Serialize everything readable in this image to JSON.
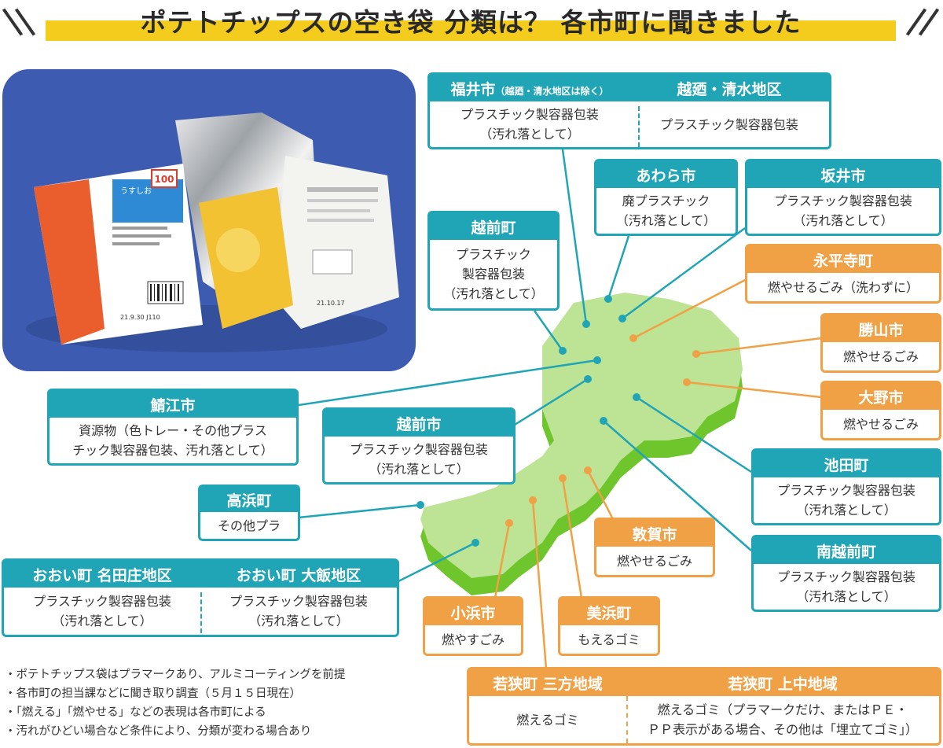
{
  "title": "ポテトチップスの空き袋 分類は？ 各市町に聞きました",
  "photo": {
    "brand": "うすしお",
    "badge": "100",
    "dates": [
      "21.9.30 J110",
      "21.10.17"
    ]
  },
  "colors": {
    "teal": "#20a5b6",
    "orange": "#f0a146",
    "map_land": "#bde394",
    "map_side": "#6ec52c",
    "photo_bg": "#3d5bb0",
    "title_highlight": "#f4cc1e"
  },
  "fukui": {
    "left_title": "福井市",
    "left_title_note": "（越廼・清水地区は除く）",
    "left_body_1": "プラスチック製容器包装",
    "left_body_2": "（汚れ落として）",
    "right_title": "越廼・清水地区",
    "right_body": "プラスチック製容器包装"
  },
  "awara": {
    "title": "あわら市",
    "body_1": "廃プラスチック",
    "body_2": "（汚れ落として）"
  },
  "sakai": {
    "title": "坂井市",
    "body_1": "プラスチック製容器包装",
    "body_2": "（汚れ落として）"
  },
  "echizencho": {
    "title": "越前町",
    "body_1": "プラスチック",
    "body_2": "製容器包装",
    "body_3": "（汚れ落として）"
  },
  "eiheiji": {
    "title": "永平寺町",
    "body": "燃やせるごみ（洗わずに）"
  },
  "katsuyama": {
    "title": "勝山市",
    "body": "燃やせるごみ"
  },
  "ono": {
    "title": "大野市",
    "body": "燃やせるごみ"
  },
  "sabae": {
    "title": "鯖江市",
    "body_1": "資源物（色トレー・その他プラス",
    "body_2": "チック製容器包装、汚れ落として）"
  },
  "echizenshi": {
    "title": "越前市",
    "body_1": "プラスチック製容器包装",
    "body_2": "（汚れ落として）"
  },
  "ikeda": {
    "title": "池田町",
    "body_1": "プラスチック製容器包装",
    "body_2": "（汚れ落として）"
  },
  "takahama": {
    "title": "高浜町",
    "body": "その他プラ"
  },
  "minamiechizen": {
    "title": "南越前町",
    "body_1": "プラスチック製容器包装",
    "body_2": "（汚れ落として）"
  },
  "tsuruga": {
    "title": "敦賀市",
    "body": "燃やせるごみ"
  },
  "ohi": {
    "left_title": "おおい町 名田庄地区",
    "left_body_1": "プラスチック製容器包装",
    "left_body_2": "（汚れ落として）",
    "right_title": "おおい町 大飯地区",
    "right_body_1": "プラスチック製容器包装",
    "right_body_2": "（汚れ落として）"
  },
  "obama": {
    "title": "小浜市",
    "body": "燃やすごみ"
  },
  "mihama": {
    "title": "美浜町",
    "body": "もえるゴミ"
  },
  "wakasa": {
    "left_title": "若狭町 三方地域",
    "left_body": "燃えるゴミ",
    "right_title": "若狭町 上中地域",
    "right_body_1": "燃えるゴミ（プラマークだけ、またはＰＥ・",
    "right_body_2": "ＰＰ表示がある場合、その他は「埋立てゴミ」）"
  },
  "notes": [
    "・ポテトチップス袋はプラマークあり、アルミコーティングを前提",
    "・各市町の担当課などに聞き取り調査（５月１５日現在）",
    "・「燃える」「燃やせる」などの表現は各市町による",
    "・汚れがひどい場合など条件により、分類が変わる場合あり"
  ]
}
